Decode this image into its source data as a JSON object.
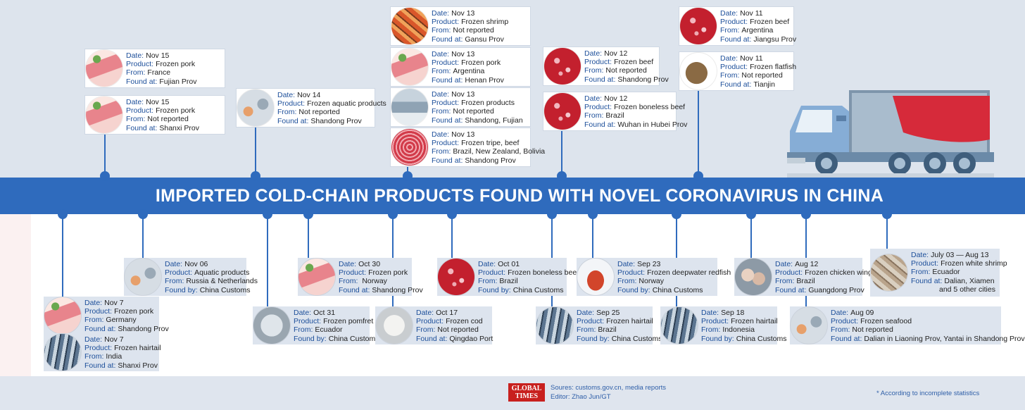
{
  "title": "IMPORTED COLD-CHAIN PRODUCTS FOUND WITH NOVEL CORONAVIRUS IN CHINA",
  "labels": {
    "date": "Date:",
    "product": "Product:",
    "from": "From:",
    "found_at": "Found at:",
    "found_by": "Found by:"
  },
  "top_entries": [
    {
      "date": "Nov 15",
      "product": "Frozen pork",
      "from": "France",
      "found_at": "Fujian Prov",
      "icon": "pork-meat-icon"
    },
    {
      "date": "Nov 15",
      "product": "Frozen pork",
      "from": "Not reported",
      "found_at": "Shanxi Prov",
      "icon": "pork-meat-icon"
    },
    {
      "date": "Nov 14",
      "product": "Frozen aquatic products",
      "from": "Not reported",
      "found_at": "Shandong Prov",
      "icon": "aquatic-products-icon"
    },
    {
      "date": "Nov 13",
      "product": "Frozen shrimp",
      "from": "Not reported",
      "found_at": "Gansu Prov",
      "icon": "shrimp-icon"
    },
    {
      "date": "Nov 13",
      "product": "Frozen pork",
      "from": "Argentina",
      "found_at": "Henan Prov",
      "icon": "pork-meat-icon"
    },
    {
      "date": "Nov 13",
      "product": "Frozen products",
      "from": "Not reported",
      "found_at": "Shandong, Fujian",
      "icon": "frozen-fish-icon"
    },
    {
      "date": "Nov 13",
      "product": "Frozen tripe, beef",
      "from": "Brazil, New Zealand, Bolivia",
      "found_at": "Shandong Prov",
      "icon": "tripe-beef-icon"
    },
    {
      "date": "Nov 12",
      "product": "Frozen beef",
      "from": "Not reported",
      "found_at": "Shandong Prov",
      "icon": "beef-meat-icon"
    },
    {
      "date": "Nov 12",
      "product": "Frozen boneless beef",
      "from": "Brazil",
      "found_at": "Wuhan in Hubei Prov",
      "icon": "beef-meat-icon"
    },
    {
      "date": "Nov 11",
      "product": "Frozen beef",
      "from": "Argentina",
      "found_at": "Jiangsu Prov",
      "icon": "beef-meat-icon"
    },
    {
      "date": "Nov 11",
      "product": "Frozen flatfish",
      "from": "Not reported",
      "found_at": "Tianjin",
      "icon": "flatfish-icon"
    }
  ],
  "bottom_entries": [
    {
      "date": "Nov 06",
      "product": "Aquatic products",
      "from": "Russia & Netherlands",
      "last_label": "Found by:",
      "last_value": "China Customs",
      "icon": "aquatic-products-icon"
    },
    {
      "date": "Nov 7",
      "product": "Frozen pork",
      "from": "Germany",
      "last_label": "Found at:",
      "last_value": "Shandong Prov",
      "icon": "pork-meat-icon"
    },
    {
      "date": "Nov 7",
      "product": "Frozen hairtail",
      "from": "India",
      "last_label": "Found at:",
      "last_value": "Shanxi Prov",
      "icon": "hairtail-fish-icon"
    },
    {
      "date": "Oct 30",
      "product": "Frozen pork",
      "from": " Norway",
      "last_label": "Found at:",
      "last_value": "Shandong Prov",
      "icon": "pork-meat-icon"
    },
    {
      "date": "Oct 31",
      "product": "Frozen pomfret",
      "from": "Ecuador",
      "last_label": "Found by:",
      "last_value": "China Customs",
      "icon": "pomfret-fish-icon"
    },
    {
      "date": "Oct 17",
      "product": "Frozen cod",
      "from": "Not reported",
      "last_label": "Found at:",
      "last_value": "Qingdao Port",
      "icon": "cod-fish-icon"
    },
    {
      "date": "Oct 01",
      "product": "Frozen boneless beef",
      "from": "Brazil",
      "last_label": "Found by:",
      "last_value": "China Customs",
      "icon": "beef-meat-icon"
    },
    {
      "date": "Sep 23",
      "product": "Frozen deepwater redfish",
      "from": "Norway",
      "last_label": "Found by:",
      "last_value": "China Customs",
      "icon": "redfish-icon"
    },
    {
      "date": "Sep 25",
      "product": "Frozen hairtail",
      "from": "Brazil",
      "last_label": "Found by:",
      "last_value": "China Customs",
      "icon": "hairtail-fish-icon"
    },
    {
      "date": "Sep 18",
      "product": "Frozen hairtail",
      "from": "Indonesia",
      "last_label": "Found by:",
      "last_value": "China Customs",
      "icon": "hairtail-fish-icon"
    },
    {
      "date": "Aug 12",
      "product": "Frozen chicken wings",
      "from": "Brazil",
      "last_label": "Found at:",
      "last_value": "Guangdong Prov",
      "icon": "chicken-wings-icon"
    },
    {
      "date": "Aug 09",
      "product": "Frozen seafood",
      "from": "Not reported",
      "last_label": "Found at:",
      "last_value": "Dalian in Liaoning Prov, Yantai in Shandong Prov",
      "icon": "seafood-icon"
    },
    {
      "date": "July 03 — Aug 13",
      "product": "Frozen white shrimp",
      "from": "Ecuador",
      "last_label": "Found at:",
      "last_value": "Dalian, Xiamen",
      "last_value_2": "and 5 other cities",
      "icon": "white-shrimp-icon"
    }
  ],
  "footer": {
    "logo_line1": "GLOBAL",
    "logo_line2": "TIMES",
    "sources": "Soures: customs.gov.cn, media reports",
    "editor": "Editor: Zhao Jun/GT",
    "note": "* According to incomplete statistics"
  },
  "colors": {
    "accent": "#2f6bbd",
    "label_blue": "#1d4f9a",
    "background": "#dfe5ee",
    "logo_red": "#c8201e"
  }
}
